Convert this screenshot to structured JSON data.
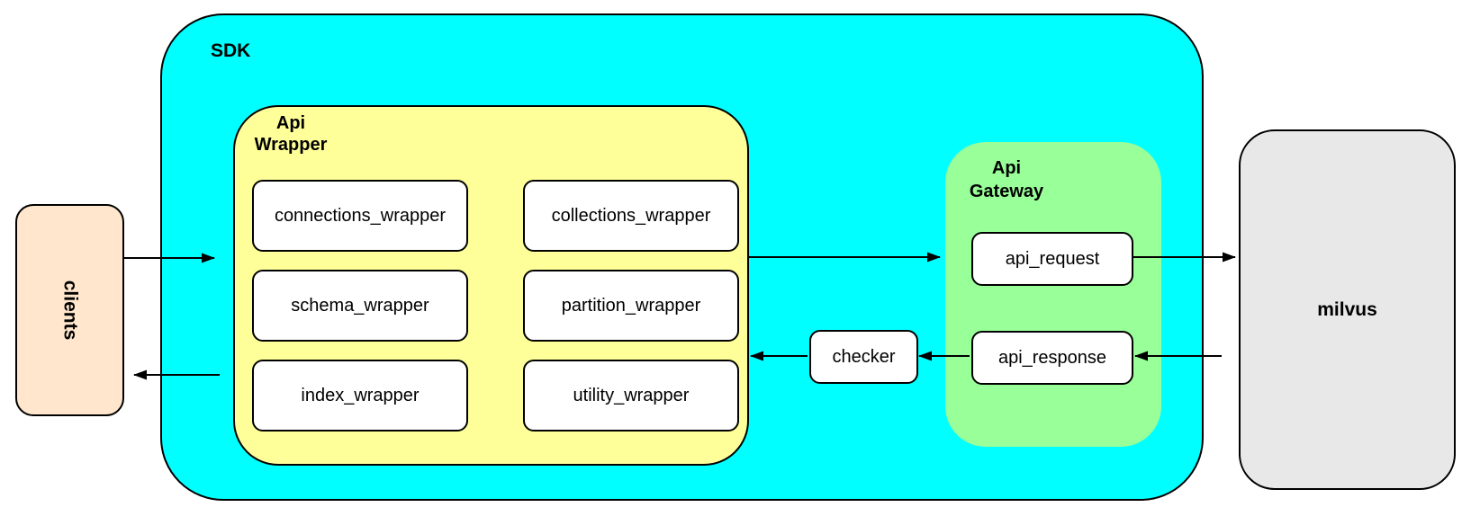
{
  "colors": {
    "sdk_fill": "#00FFFF",
    "api_wrapper_fill": "#FFFF99",
    "api_gateway_fill": "#99FF99",
    "clients_fill": "#FFE6CC",
    "milvus_fill": "#E8E8E8",
    "node_fill": "#FFFFFF",
    "stroke": "#000000"
  },
  "diagram": {
    "clients": {
      "label": "clients"
    },
    "sdk": {
      "label": "SDK",
      "api_wrapper": {
        "label": "Api Wrapper",
        "items": [
          "connections_wrapper",
          "collections_wrapper",
          "schema_wrapper",
          "partition_wrapper",
          "index_wrapper",
          "utility_wrapper"
        ]
      },
      "checker": {
        "label": "checker"
      },
      "api_gateway": {
        "label": "Api Gateway",
        "items": [
          "api_request",
          "api_response"
        ]
      }
    },
    "milvus": {
      "label": "milvus"
    }
  }
}
